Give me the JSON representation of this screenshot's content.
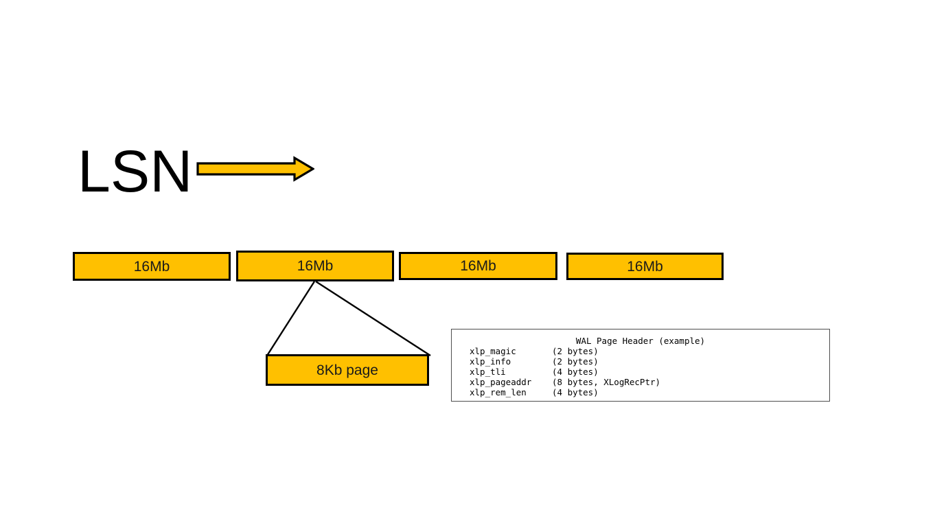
{
  "diagram": {
    "title_label": "LSN",
    "arrow": {
      "name": "lsn-direction-arrow",
      "fill_color": "#FFC000",
      "stroke_color": "#000000"
    },
    "colors": {
      "segment_fill": "#FFC000",
      "segment_border": "#000000",
      "panel_border": "#4D4D4D",
      "text": "#000000",
      "background": "#FFFFFF"
    },
    "segments": [
      {
        "label": "16Mb"
      },
      {
        "label": "16Mb"
      },
      {
        "label": "16Mb"
      },
      {
        "label": "16Mb"
      }
    ],
    "page_box": {
      "label": "8Kb page"
    },
    "wal_panel": {
      "title": "WAL Page Header (example)",
      "rows": [
        {
          "field": "xlp_magic",
          "size": "(2 bytes)"
        },
        {
          "field": "xlp_info",
          "size": "(2 bytes)"
        },
        {
          "field": "xlp_tli",
          "size": "(4 bytes)"
        },
        {
          "field": "xlp_pageaddr",
          "size": "(8 bytes, XLogRecPtr)"
        },
        {
          "field": "xlp_rem_len",
          "size": "(4 bytes)"
        }
      ]
    }
  }
}
